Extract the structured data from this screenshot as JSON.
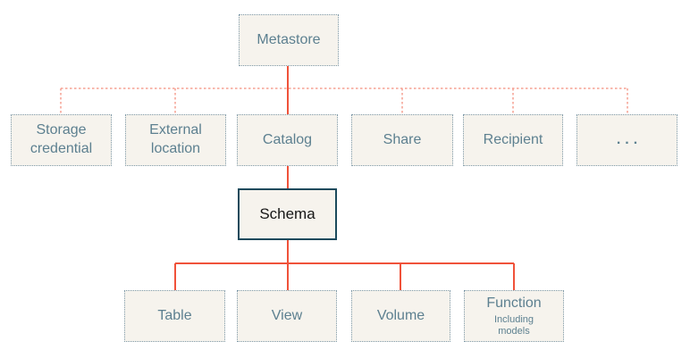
{
  "diagram": {
    "root": {
      "label": "Metastore"
    },
    "level2": [
      {
        "id": "storage-credential",
        "label": "Storage credential"
      },
      {
        "id": "external-location",
        "label": "External location"
      },
      {
        "id": "catalog",
        "label": "Catalog"
      },
      {
        "id": "share",
        "label": "Share"
      },
      {
        "id": "recipient",
        "label": "Recipient"
      },
      {
        "id": "more",
        "label": "..."
      }
    ],
    "level3": {
      "label": "Schema"
    },
    "level4": [
      {
        "id": "table",
        "label": "Table"
      },
      {
        "id": "view",
        "label": "View"
      },
      {
        "id": "volume",
        "label": "Volume"
      },
      {
        "id": "function",
        "label": "Function",
        "sublabel": "Including models"
      }
    ],
    "colors": {
      "solid_connector": "#F0523A",
      "dashed_connector": "#F5A092",
      "node_border": "#7E99A8",
      "node_background": "#F6F3ED",
      "node_text": "#5D8090",
      "schema_border": "#1B4A5C",
      "schema_text": "#161616"
    }
  }
}
